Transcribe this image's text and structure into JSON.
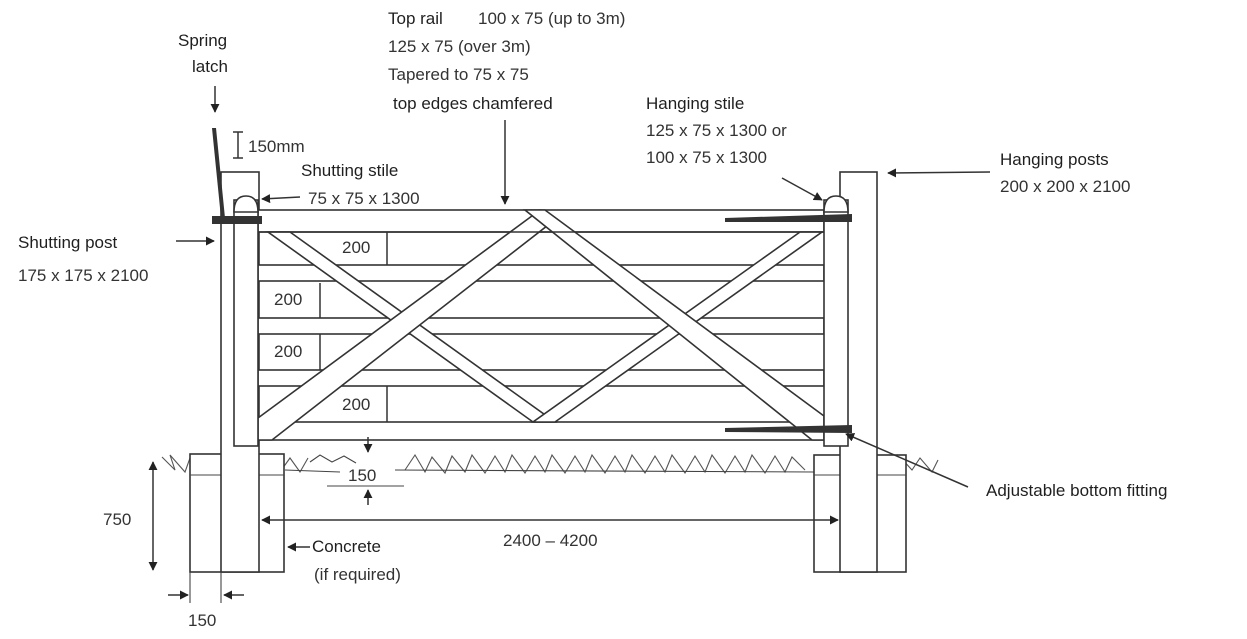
{
  "labels": {
    "spring_latch_1": "Spring",
    "spring_latch_2": "latch",
    "latch_height": "150mm",
    "top_rail_title": "Top rail",
    "top_rail_size_1": "100 x 75 (up to 3m)",
    "top_rail_size_2": "125 x 75 (over 3m)",
    "top_rail_taper": "Tapered to 75 x 75",
    "top_rail_edges": "top edges chamfered",
    "hanging_stile_title": "Hanging stile",
    "hanging_stile_size_1": "125 x 75 x 1300  or",
    "hanging_stile_size_2": "100 x 75 x 1300",
    "hanging_posts_title": "Hanging posts",
    "hanging_posts_size": "200 x 200 x 2100",
    "shutting_stile_title": "Shutting stile",
    "shutting_stile_size": "75 x 75 x 1300",
    "shutting_post_title": "Shutting post",
    "shutting_post_size": "175 x 175 x 2100",
    "rail_spacing_1": "200",
    "rail_spacing_2": "200",
    "rail_spacing_3": "200",
    "rail_spacing_4": "200",
    "ground_clearance": "150",
    "post_depth": "750",
    "gate_width": "2400 – 4200",
    "concrete_title": "Concrete",
    "concrete_note": "(if required)",
    "post_gap": "150",
    "bottom_fitting": "Adjustable bottom fitting"
  },
  "colors": {
    "line": "#333333",
    "text": "#333333",
    "background": "#ffffff"
  }
}
